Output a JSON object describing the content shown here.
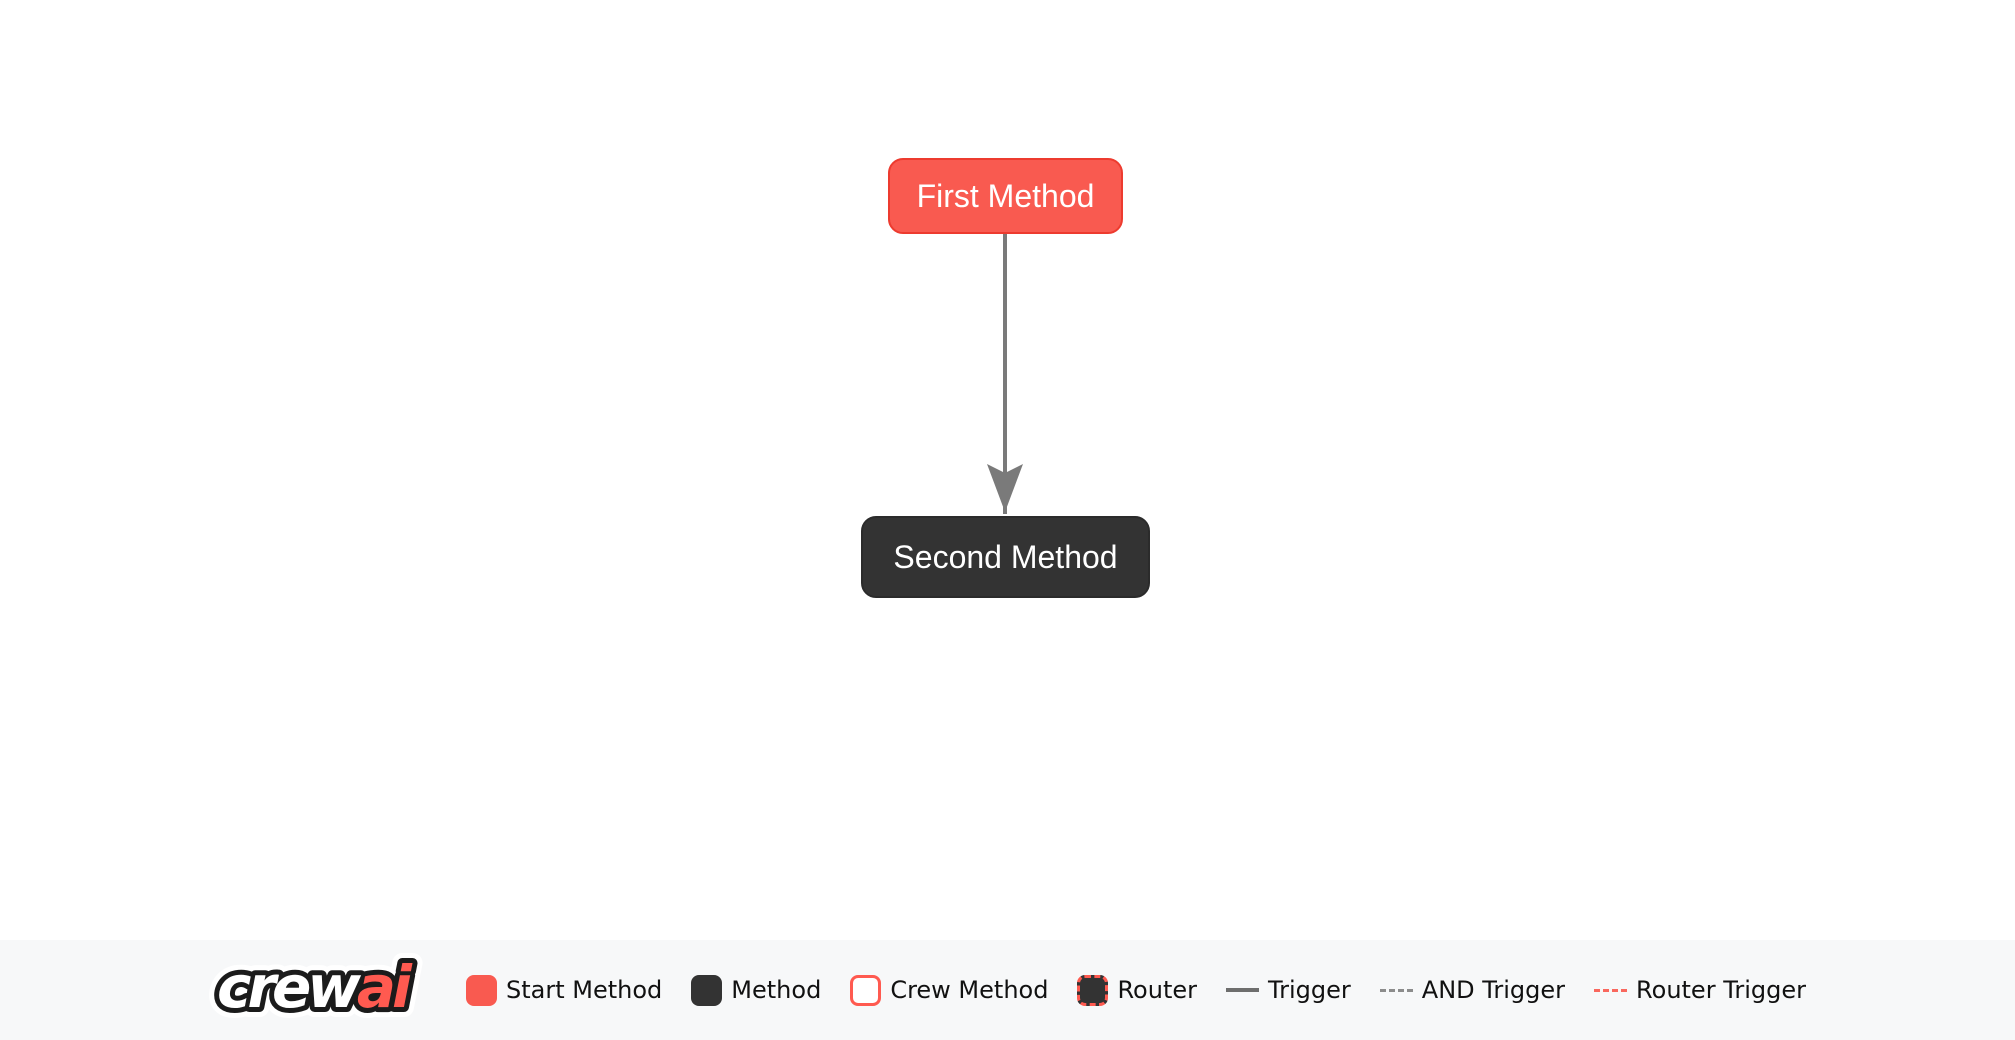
{
  "colors": {
    "start_fill": "#F95A50",
    "start_border": "#ED3B2F",
    "method_fill": "#333333",
    "method_border": "#2B2B2B",
    "edge": "#7A7A7A",
    "legend_bg": "#F7F8F9",
    "legend_text": "#111111",
    "brand_red": "#FF5A50",
    "trigger_line": "#6E6E6E",
    "and_trigger_line": "#8C8C8C",
    "router_trigger_line": "#F9685E",
    "canvas_bg": "#FFFFFF"
  },
  "canvas": {
    "nodes": [
      {
        "label": "First Method",
        "type": "start-method"
      },
      {
        "label": "Second Method",
        "type": "method"
      }
    ],
    "edges": [
      {
        "from": "First Method",
        "to": "Second Method",
        "type": "trigger"
      }
    ]
  },
  "legend": {
    "logo": {
      "crew": "crew",
      "ai": "ai"
    },
    "items": [
      {
        "label": "Start Method"
      },
      {
        "label": "Method"
      },
      {
        "label": "Crew Method"
      },
      {
        "label": "Router"
      },
      {
        "label": "Trigger"
      },
      {
        "label": "AND Trigger"
      },
      {
        "label": "Router Trigger"
      }
    ]
  }
}
